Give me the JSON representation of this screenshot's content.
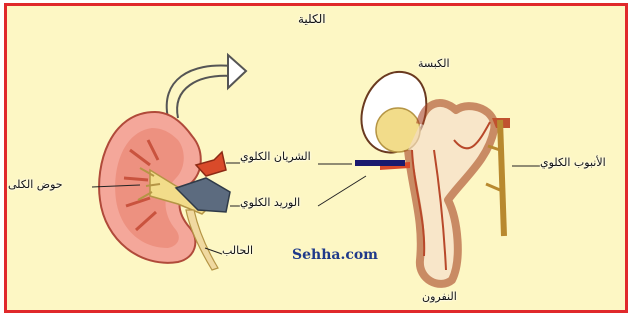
{
  "title": "الكلية",
  "labels": {
    "nephron_top": "الكبسة",
    "renal_artery": "الشريان الكلوي",
    "renal_vein": "الوريد الكلوي",
    "renal_pelvis": "حوض الكلى",
    "ureter": "الحالب",
    "nephron": "النفرون",
    "collecting_tubule": "الأنبوب الكلوي"
  },
  "website": "Sehha.com",
  "colors": {
    "border": "#e0292b",
    "background": "#fdf7c4",
    "kidney": "#f4a79a",
    "artery": "#d94a2a",
    "vein": "#5c6b7f",
    "glomerulus": "#f2dc8a",
    "tubule": "#c0522f",
    "marker": "#1a1a6e"
  },
  "icons": [
    "curved-arrow-icon",
    "kidney-icon",
    "nephron-icon"
  ]
}
